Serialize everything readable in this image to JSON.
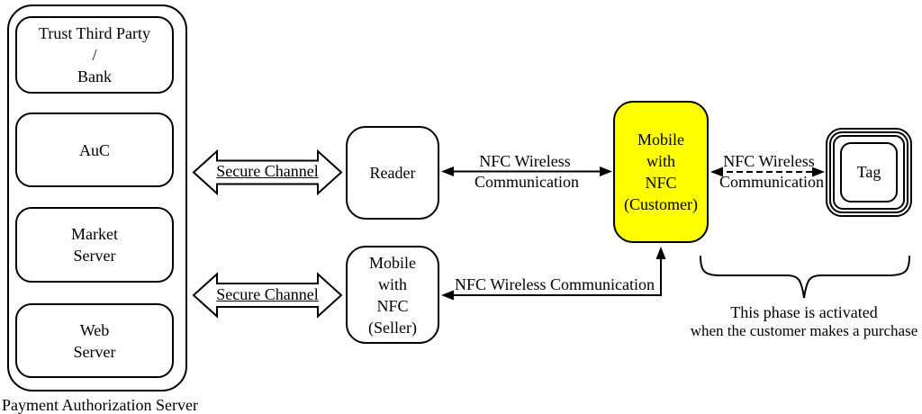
{
  "payment_server": {
    "caption": "Payment Authorization Server",
    "boxes": [
      {
        "lines": [
          "Trust Third Party",
          "/",
          "Bank"
        ]
      },
      {
        "lines": [
          "AuC"
        ]
      },
      {
        "lines": [
          "Market",
          "Server"
        ]
      },
      {
        "lines": [
          "Web",
          "Server"
        ]
      }
    ]
  },
  "nodes": {
    "reader": {
      "label": "Reader"
    },
    "mobile_seller": {
      "lines": [
        "Mobile",
        "with",
        "NFC",
        "(Seller)"
      ]
    },
    "mobile_customer": {
      "lines": [
        "Mobile",
        "with",
        "NFC",
        "(Customer)"
      ],
      "fill": "#FFFF00"
    },
    "tag": {
      "label": "Tag"
    }
  },
  "connectors": {
    "secure_channel_top": {
      "label": "Secure Channel",
      "style": "double-block-arrow"
    },
    "secure_channel_bottom": {
      "label": "Secure Channel",
      "style": "double-block-arrow"
    },
    "reader_customer": {
      "label_line1": "NFC Wireless",
      "label_line2": "Communication",
      "style": "solid-double-arrow"
    },
    "customer_tag": {
      "label_line1": "NFC Wireless",
      "label_line2": "Communication",
      "style": "dashed-double-arrow"
    },
    "customer_seller": {
      "label": "NFC Wireless Communication",
      "style": "solid-elbow-double-arrow"
    }
  },
  "annotation": {
    "line1": "This phase is activated",
    "line2": "when the customer makes a purchase"
  },
  "colors": {
    "highlight": "#FFFF00",
    "line": "#000000",
    "background": "#FFFFFF"
  }
}
